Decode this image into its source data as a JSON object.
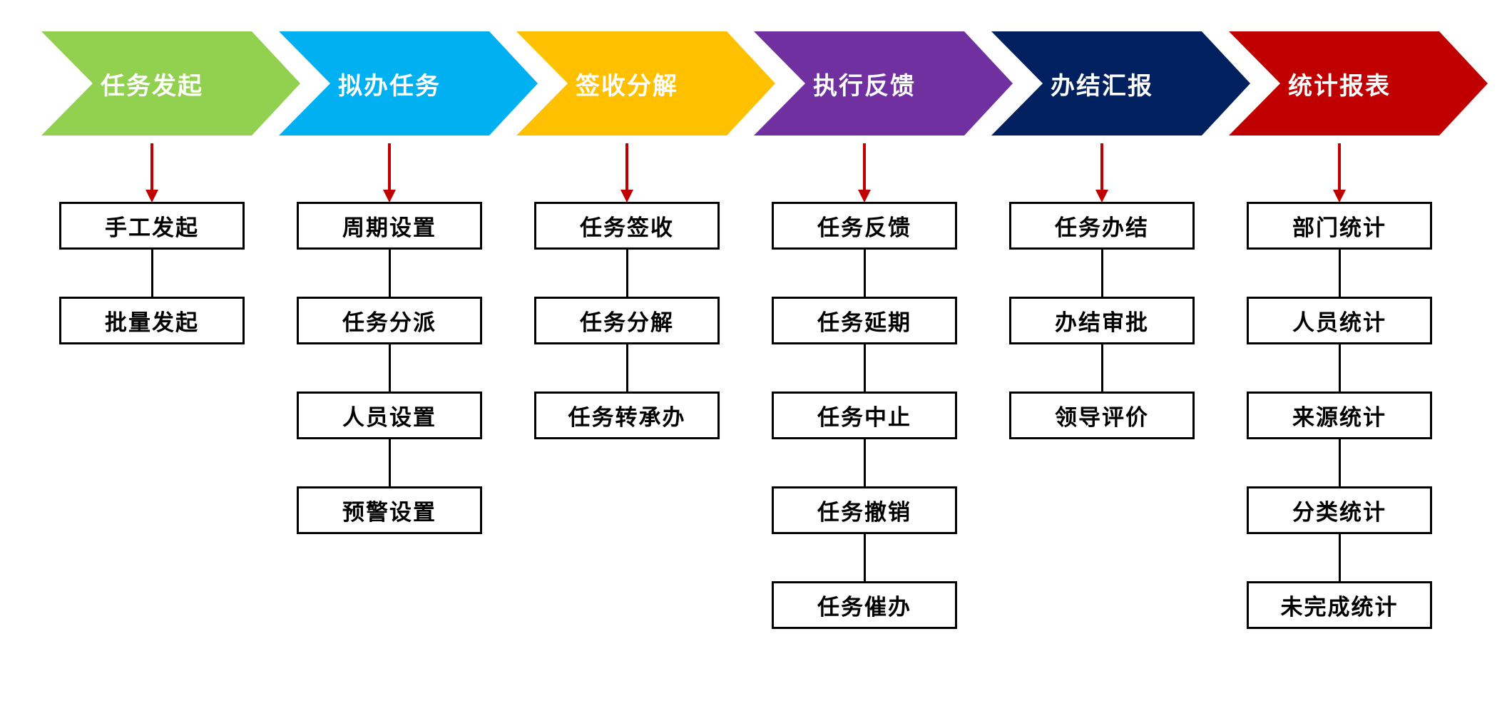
{
  "flow": {
    "stages": [
      {
        "label": "任务发起",
        "color": "#92D050",
        "items": [
          "手工发起",
          "批量发起"
        ]
      },
      {
        "label": "拟办任务",
        "color": "#00B0F0",
        "items": [
          "周期设置",
          "任务分派",
          "人员设置",
          "预警设置"
        ]
      },
      {
        "label": "签收分解",
        "color": "#FFC000",
        "items": [
          "任务签收",
          "任务分解",
          "任务转承办"
        ]
      },
      {
        "label": "执行反馈",
        "color": "#7030A0",
        "items": [
          "任务反馈",
          "任务延期",
          "任务中止",
          "任务撤销",
          "任务催办"
        ]
      },
      {
        "label": "办结汇报",
        "color": "#002060",
        "items": [
          "任务办结",
          "办结审批",
          "领导评价"
        ]
      },
      {
        "label": "统计报表",
        "color": "#C00000",
        "items": [
          "部门统计",
          "人员统计",
          "来源统计",
          "分类统计",
          "未完成统计"
        ]
      }
    ],
    "colors": {
      "background": "#FFFFFF",
      "stage_text": "#FFFFFF",
      "node_fill": "#FFFFFF",
      "node_border": "#000000",
      "node_text": "#000000",
      "connector": "#000000",
      "arrow": "#C00000"
    }
  }
}
